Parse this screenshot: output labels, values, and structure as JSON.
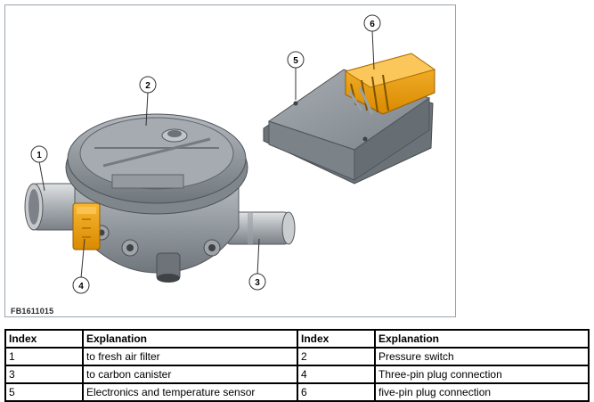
{
  "figure": {
    "id": "FB1611015",
    "callouts": [
      "1",
      "2",
      "3",
      "4",
      "5",
      "6"
    ]
  },
  "table": {
    "headers": [
      "Index",
      "Explanation",
      "Index",
      "Explanation"
    ],
    "rows": [
      [
        "1",
        "to fresh air filter",
        "2",
        "Pressure switch"
      ],
      [
        "3",
        "to carbon canister",
        "4",
        "Three-pin plug connection"
      ],
      [
        "5",
        "Electronics and temperature sensor",
        "6",
        "five-pin plug connection"
      ]
    ]
  },
  "colors": {
    "housing": "#8f979e",
    "plug": "#f0a010",
    "frame": "#9aa4ae"
  }
}
